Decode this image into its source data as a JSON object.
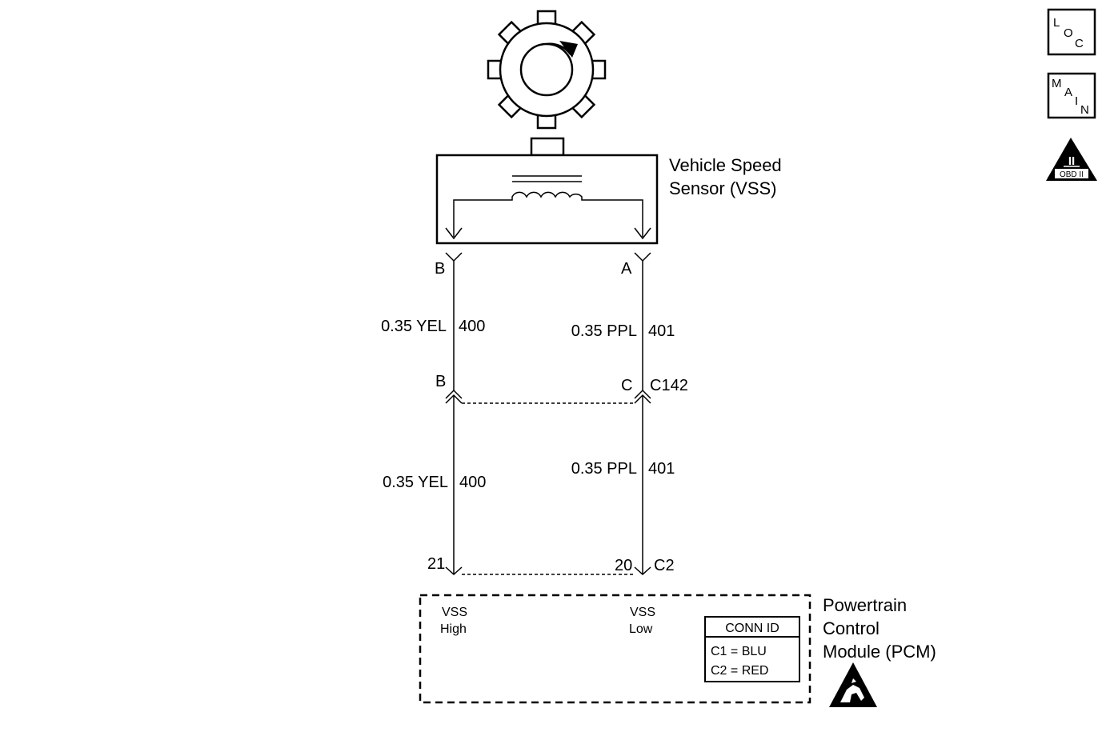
{
  "side_icons": {
    "loc": {
      "letters": [
        "L",
        "O",
        "C"
      ]
    },
    "main": {
      "letters": [
        "M",
        "A",
        "I",
        "N"
      ]
    },
    "obd": {
      "numeral": "II",
      "caption": "OBD II"
    }
  },
  "sensor": {
    "title_line1": "Vehicle Speed",
    "title_line2": "Sensor (VSS)",
    "pin_left": "B",
    "pin_right": "A"
  },
  "upper_wires": {
    "left": {
      "gauge_color": "0.35 YEL",
      "circuit": "400"
    },
    "right": {
      "gauge_color": "0.35 PPL",
      "circuit": "401"
    }
  },
  "connector_c142": {
    "pin_left": "B",
    "pin_right": "C",
    "name": "C142"
  },
  "lower_wires": {
    "left": {
      "gauge_color": "0.35 YEL",
      "circuit": "400"
    },
    "right": {
      "gauge_color": "0.35 PPL",
      "circuit": "401"
    }
  },
  "connector_c2": {
    "pin_left": "21",
    "pin_right": "20",
    "name": "C2"
  },
  "pcm": {
    "title_line1": "Powertrain",
    "title_line2": "Control",
    "title_line3": "Module (PCM)",
    "input_left_line1": "VSS",
    "input_left_line2": "High",
    "input_right_line1": "VSS",
    "input_right_line2": "Low",
    "conn_id": {
      "header": "CONN ID",
      "rows": [
        "C1 = BLU",
        "C2 = RED"
      ]
    }
  }
}
